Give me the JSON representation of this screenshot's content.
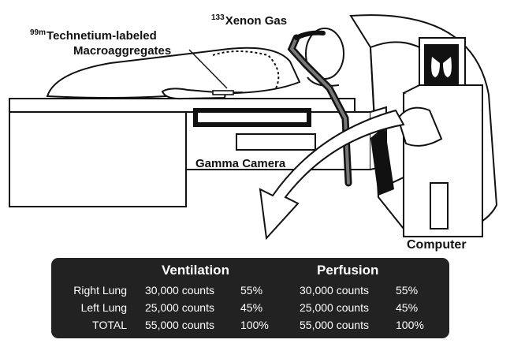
{
  "labels": {
    "technetium_isotope": "99m",
    "technetium_line1": "Technetium-labeled",
    "technetium_line2": "Macroaggregates",
    "xenon_isotope": "133",
    "xenon_text": "Xenon Gas",
    "gamma_camera": "Gamma Camera",
    "computer": "Computer"
  },
  "table": {
    "headers": [
      "Ventilation",
      "Perfusion"
    ],
    "rows": [
      {
        "label": "Right Lung",
        "ventilation_counts": "30,000 counts",
        "ventilation_pct": "55%",
        "perfusion_counts": "30,000 counts",
        "perfusion_pct": "55%"
      },
      {
        "label": "Left Lung",
        "ventilation_counts": "25,000 counts",
        "ventilation_pct": "45%",
        "perfusion_counts": "25,000 counts",
        "perfusion_pct": "45%"
      },
      {
        "label": "TOTAL",
        "ventilation_counts": "55,000 counts",
        "ventilation_pct": "100%",
        "perfusion_counts": "55,000 counts",
        "perfusion_pct": "100%"
      }
    ]
  },
  "colors": {
    "ink": "#111111",
    "panel": "#222222",
    "paper": "#ffffff",
    "tube": "#555555"
  }
}
